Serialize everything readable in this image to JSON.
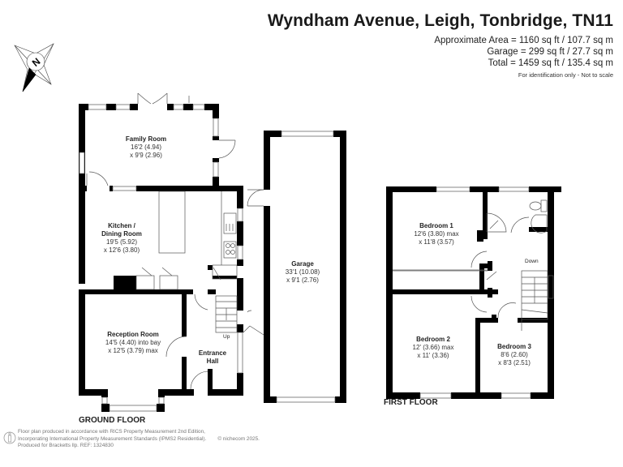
{
  "header": {
    "title": "Wyndham Avenue, Leigh, Tonbridge, TN11",
    "approximate_area": "Approximate Area = 1160 sq ft / 107.7 sq m",
    "garage_area": "Garage = 299 sq ft / 27.7 sq m",
    "total_area": "Total = 1459 sq ft / 135.4 sq m",
    "disclaimer": "For identification only - Not to scale"
  },
  "compass": {
    "icon": "north-compass-icon",
    "letter": "N"
  },
  "ground_floor": {
    "label": "GROUND FLOOR",
    "rooms": [
      {
        "name": "Family Room",
        "dim1": "16'2 (4.94)",
        "dim2": "x 9'9 (2.96)"
      },
      {
        "name": "Kitchen /",
        "name2": "Dining Room",
        "dim1": "19'5 (5.92)",
        "dim2": "x 12'6 (3.80)"
      },
      {
        "name": "Reception Room",
        "dim1": "14'5 (4.40) into bay",
        "dim2": "x 12'5 (3.79) max"
      },
      {
        "name": "Entrance",
        "name2": "Hall"
      },
      {
        "name": "Garage",
        "dim1": "33'1 (10.08)",
        "dim2": "x 9'1 (2.76)"
      }
    ],
    "stairs_label": "Up"
  },
  "first_floor": {
    "label": "FIRST FLOOR",
    "rooms": [
      {
        "name": "Bedroom 1",
        "dim1": "12'6 (3.80) max",
        "dim2": "x 11'8 (3.57)"
      },
      {
        "name": "Bedroom 2",
        "dim1": "12' (3.66) max",
        "dim2": "x 11' (3.36)"
      },
      {
        "name": "Bedroom 3",
        "dim1": "8'6 (2.60)",
        "dim2": "x 8'3 (2.51)"
      }
    ],
    "stairs_label": "Down"
  },
  "footer": {
    "line1": "Floor plan produced in accordance with RICS Property Measurement 2nd Edition,",
    "line2": "Incorporating International Property Measurement Standards (IPMS2 Residential).",
    "copyright": "© nichecom 2025.",
    "line3": "Produced for Bracketts llp.   REF:  1324830"
  },
  "colors": {
    "wall": "#000000",
    "line": "#555555",
    "background": "#ffffff"
  }
}
